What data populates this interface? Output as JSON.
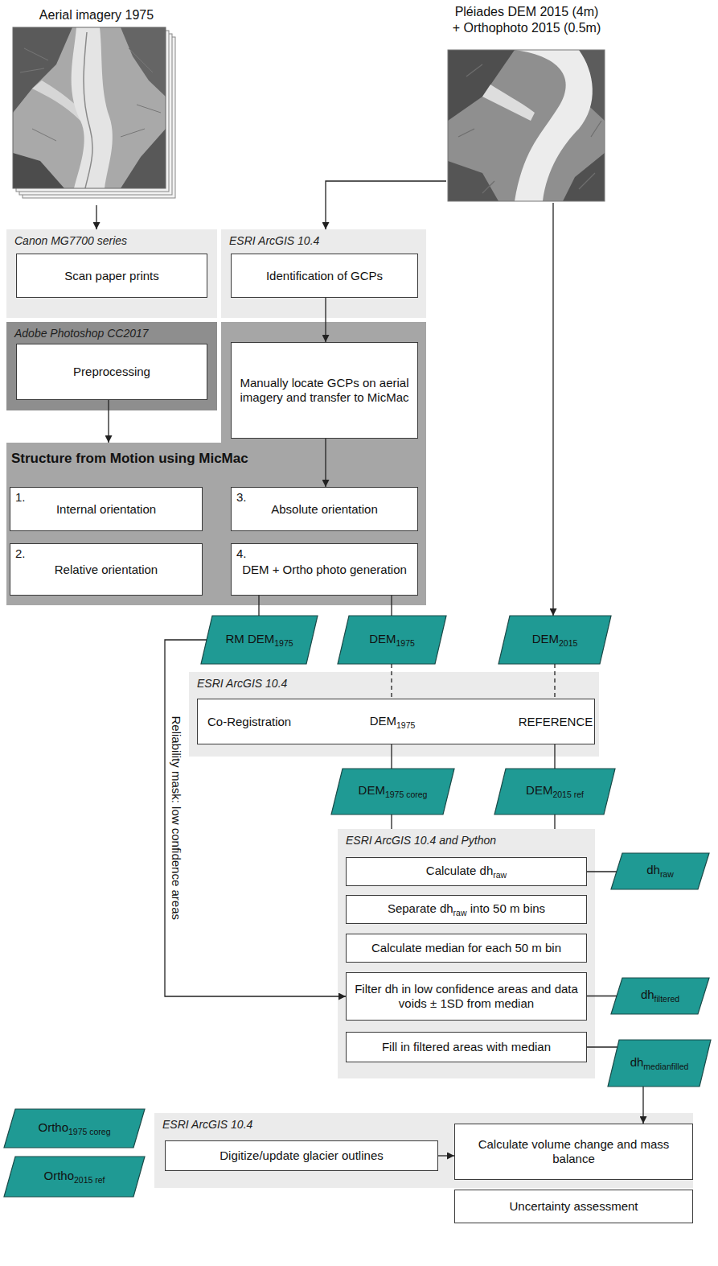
{
  "diagram": {
    "nodes": [
      {
        "text": [
          "Aerial imagery 1975"
        ]
      },
      {
        "text": [
          "Pléiades DEM 2015 (4m) + Orthophoto 2015 (0.5m)"
        ]
      },
      {
        "text": [
          "Canon MG7700 series"
        ]
      },
      {
        "text": [
          "Scan paper prints"
        ],
        "in": 2
      },
      {
        "text": [
          "ESRI ArcGIS 10.4"
        ]
      },
      {
        "text": [
          "Identification of GCPs"
        ],
        "in": 4
      },
      {
        "text": [
          "Adobe Photoshop CC2017"
        ]
      },
      {
        "text": [
          "Preprocessing"
        ],
        "in": 6
      },
      {
        "text": [
          "Structure from Motion using MicMac"
        ]
      },
      {
        "text": [
          "Manually locate GCPs on aerial imagery and transfer to MicMac"
        ],
        "in": 8
      },
      {
        "text": [
          "1.",
          "Internal orientation"
        ],
        "in": 8
      },
      {
        "text": [
          "2.",
          "Relative orientation"
        ],
        "in": 8
      },
      {
        "text": [
          "3.",
          "Absolute orientation"
        ],
        "in": 8
      },
      {
        "text": [
          "4.",
          "DEM + Ortho photo generation"
        ],
        "in": 8
      },
      {
        "text": [
          "RM DEM",
          "1975"
        ]
      },
      {
        "text": [
          "DEM",
          "1975"
        ]
      },
      {
        "text": [
          "DEM",
          "2015"
        ]
      },
      {
        "text": [
          "ESRI ArcGIS 10.4"
        ]
      },
      {
        "text": [
          "Co-Registration",
          "DEM",
          "1975",
          "REFERENCE"
        ],
        "in": 17
      },
      {
        "text": [
          "DEM",
          "1975 coreg"
        ]
      },
      {
        "text": [
          "DEM",
          "2015 ref"
        ]
      },
      {
        "text": [
          "ESRI ArcGIS 10.4 and Python"
        ]
      },
      {
        "text": [
          "Calculate dh",
          "raw"
        ],
        "in": 21
      },
      {
        "text": [
          "Separate dh",
          "raw",
          "into 50 m bins"
        ],
        "in": 21
      },
      {
        "text": [
          "Calculate median for each 50 m bin"
        ],
        "in": 21
      },
      {
        "text": [
          "Filter dh in low confidence areas and data voids ± 1SD from median"
        ],
        "in": 21
      },
      {
        "text": [
          "Fill in filtered areas with median"
        ],
        "in": 21
      },
      {
        "text": [
          "dh",
          "raw"
        ]
      },
      {
        "text": [
          "dh",
          "filtered"
        ]
      },
      {
        "text": [
          "dh",
          "medianfilled"
        ]
      },
      {
        "text": [
          "Ortho",
          "1975 coreg"
        ]
      },
      {
        "text": [
          "Ortho",
          "2015 ref"
        ]
      },
      {
        "text": [
          "ESRI ArcGIS 10.4"
        ]
      },
      {
        "text": [
          "Digitize/update glacier outlines"
        ],
        "in": 32
      },
      {
        "text": [
          "Calculate volume change and mass balance"
        ],
        "in": 32
      },
      {
        "text": [
          "Uncertainty assessment"
        ]
      }
    ],
    "edges": [
      {
        "from": 0,
        "to": 2,
        "arrow": "to"
      },
      {
        "from": 1,
        "to": 4,
        "arrow": "to"
      },
      {
        "from": 1,
        "to": 16,
        "arrow": "to"
      },
      {
        "from": 7,
        "to": 8,
        "arrow": "to"
      },
      {
        "from": 5,
        "to": 9,
        "arrow": "to"
      },
      {
        "from": 9,
        "to": 12,
        "arrow": "to"
      },
      {
        "from": 13,
        "to": 14,
        "arrow": "none"
      },
      {
        "from": 13,
        "to": 15,
        "arrow": "none"
      },
      {
        "from": 15,
        "to": 18,
        "arrow": "none"
      },
      {
        "from": 16,
        "to": 18,
        "arrow": "none"
      },
      {
        "from": 18,
        "to": 19,
        "arrow": "none"
      },
      {
        "from": 18,
        "to": 20,
        "arrow": "none"
      },
      {
        "from": 19,
        "to": 21,
        "arrow": "none"
      },
      {
        "from": 20,
        "to": 21,
        "arrow": "none"
      },
      {
        "from": 14,
        "to": 25,
        "label": "Reliability mask: low confidence areas",
        "arrow": "to"
      },
      {
        "from": 22,
        "to": 27,
        "arrow": "none"
      },
      {
        "from": 25,
        "to": 28,
        "arrow": "none"
      },
      {
        "from": 26,
        "to": 29,
        "arrow": "none"
      },
      {
        "from": 29,
        "to": 34,
        "arrow": "to"
      },
      {
        "from": 33,
        "to": 34,
        "arrow": "to"
      }
    ]
  }
}
